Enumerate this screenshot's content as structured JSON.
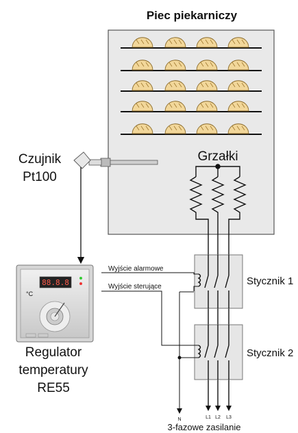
{
  "title": "Piec piekarniczy",
  "sensor": {
    "line1": "Czujnik",
    "line2": "Pt100"
  },
  "heaters_label": "Grzałki",
  "controller": {
    "line1": "Regulator",
    "line2": "temperatury",
    "line3": "RE55",
    "display": "88.8.8",
    "unit": "°C"
  },
  "outputs": {
    "alarm": "Wyjście alarmowe",
    "control": "Wyjście sterujące"
  },
  "contactors": {
    "c1": "Stycznik 1",
    "c2": "Stycznik 2"
  },
  "terminals": {
    "n": "N",
    "l1": "L1",
    "l2": "L2",
    "l3": "L3"
  },
  "supply_label": "3-fazowe zasilanie",
  "colors": {
    "oven_fill": "#e9e9e9",
    "bread_fill": "#f2d79a",
    "contactor_fill": "#e6e6e6"
  }
}
